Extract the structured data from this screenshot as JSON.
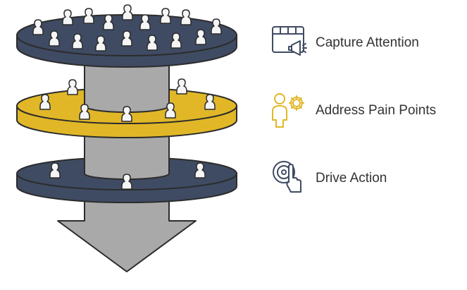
{
  "diagram": {
    "stages": [
      {
        "label": "Capture Attention",
        "icon": "megaphone-board-icon",
        "color": "#3f4b63"
      },
      {
        "label": "Address Pain Points",
        "icon": "person-gear-icon",
        "color": "#e1b728"
      },
      {
        "label": "Drive Action",
        "icon": "pointer-click-icon",
        "color": "#3f4b63"
      }
    ],
    "colors": {
      "navy": "#3f4b63",
      "gold": "#e1b728",
      "gray": "#a9a9a9",
      "outline": "#2c2c2c",
      "figure": "#f5f5f5"
    }
  }
}
